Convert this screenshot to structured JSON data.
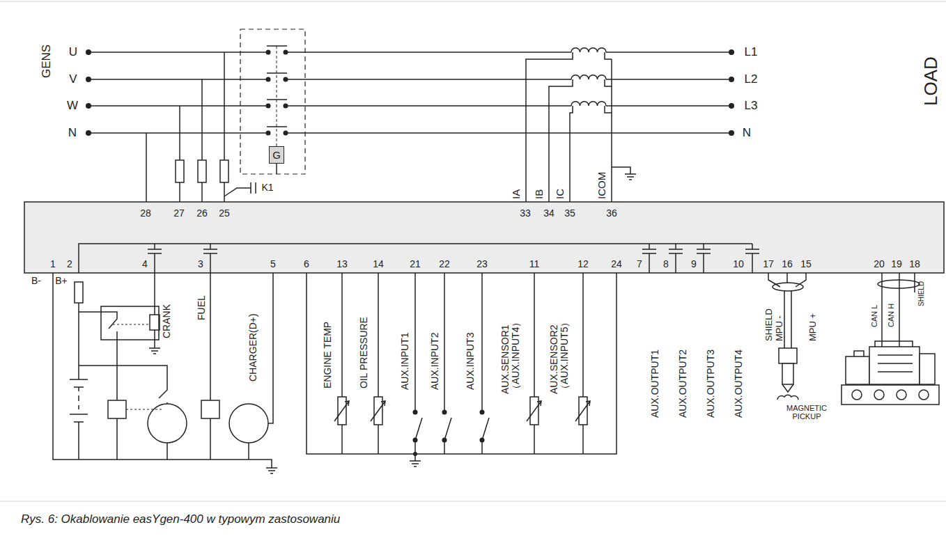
{
  "diagram": {
    "caption": "Rys. 6:      Okablowanie easYgen-400 w typowym zastosowaniu",
    "nodes": [
      {
        "text": [
          "G"
        ]
      }
    ],
    "labels": [
      "GENS",
      "U",
      "V",
      "W",
      "N",
      "L1",
      "L2",
      "L3",
      "N",
      "LOAD",
      "K1",
      "IA",
      "IB",
      "IC",
      "ICOM",
      "28",
      "27",
      "26",
      "25",
      "33",
      "34",
      "35",
      "36",
      "1",
      "2",
      "4",
      "3",
      "5",
      "6",
      "13",
      "14",
      "21",
      "22",
      "23",
      "11",
      "12",
      "24",
      "7",
      "8",
      "9",
      "10",
      "17",
      "16",
      "15",
      "20",
      "19",
      "18",
      "B-",
      "B+",
      "CRANK",
      "FUEL",
      "CHARGER(D+)",
      "ENGINE TEMP",
      "OIL PRESSURE",
      "AUX.INPUT1",
      "AUX.INPUT2",
      "AUX.INPUT3",
      "AUX.SENSOR1 （AUX.INPUT4）",
      "AUX.SENSOR2 （AUX.INPUT5）",
      "AUX.OUTPUT1",
      "AUX.OUTPUT2",
      "AUX.OUTPUT3",
      "AUX.OUTPUT4",
      "SHIELD",
      "MPU -",
      "MPU +",
      "MAGNETIC PICKUP",
      "CAN L",
      "CAN H",
      "SHIELD"
    ]
  }
}
